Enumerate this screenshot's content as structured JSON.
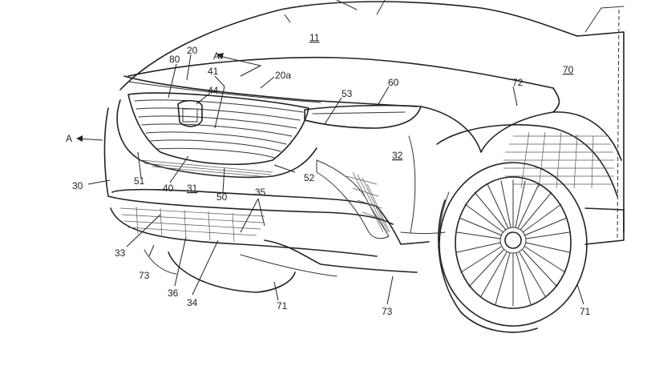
{
  "labels": {
    "l11": "11",
    "l20": "20",
    "l20a": "20a",
    "l80": "80",
    "lA_top": "A",
    "l41": "41",
    "l44": "44",
    "l53": "53",
    "l60": "60",
    "l72": "72",
    "l70": "70",
    "lA_left": "A",
    "l32": "32",
    "l30": "30",
    "l51": "51",
    "l40": "40",
    "l31": "31",
    "l50": "50",
    "l52": "52",
    "l35": "35",
    "l33": "33",
    "l73a": "73",
    "l36": "36",
    "l34": "34",
    "l71a": "71",
    "l73b": "73",
    "l71b": "71"
  }
}
